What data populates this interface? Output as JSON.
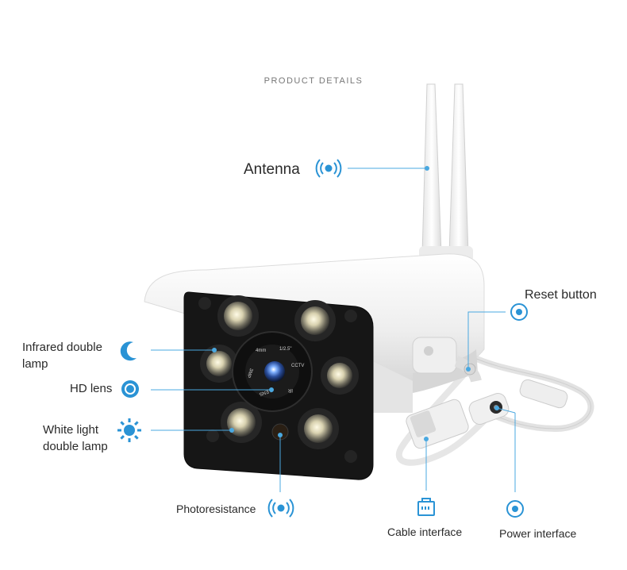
{
  "header": {
    "title": "PRODUCT DETAILS"
  },
  "colors": {
    "accent": "#2a93d5",
    "line": "#4aa8e0",
    "camera_body": "#f2f2f2",
    "camera_face": "#151515"
  },
  "callouts": {
    "antenna": {
      "label": "Antenna",
      "icon": "signal-icon"
    },
    "reset_button": {
      "label": "Reset button",
      "icon": "target-icon"
    },
    "infrared_lamp": {
      "line1": "Infrared double",
      "line2": "lamp",
      "icon": "moon-icon"
    },
    "hd_lens": {
      "label": "HD lens",
      "icon": "lens-icon"
    },
    "white_light_lamp": {
      "line1": "White light",
      "line2": "double lamp",
      "icon": "sun-icon"
    },
    "photoresistance": {
      "label": "Photoresistance",
      "icon": "signal-icon"
    },
    "cable_interface": {
      "label": "Cable interface",
      "icon": "ethernet-icon"
    },
    "power_interface": {
      "label": "Power interface",
      "icon": "target-icon"
    }
  },
  "lens_ring_text": {
    "left": "4mm",
    "right": "1/2.5\"",
    "cctv": "CCTV",
    "ir": "IR",
    "lens": "LENS",
    "mp": "3MP"
  }
}
